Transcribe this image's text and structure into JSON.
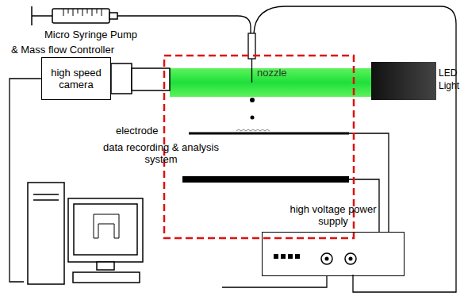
{
  "diagram": {
    "nodes": [
      {
        "text": [
          "high speed camera"
        ]
      },
      {
        "text": [
          "LED Light"
        ]
      },
      {
        "text": [
          "data recording & analysis system"
        ]
      },
      {
        "text": [
          "high voltage power supply"
        ]
      }
    ],
    "edges": [
      {
        "from": 0,
        "to": 2,
        "arrow": "none"
      },
      {
        "from": 2,
        "to": 3,
        "arrow": "none"
      }
    ],
    "labels": [
      "Micro Syringe Pump",
      "& Mass flow Controller",
      "nozzle",
      "electrode"
    ]
  }
}
